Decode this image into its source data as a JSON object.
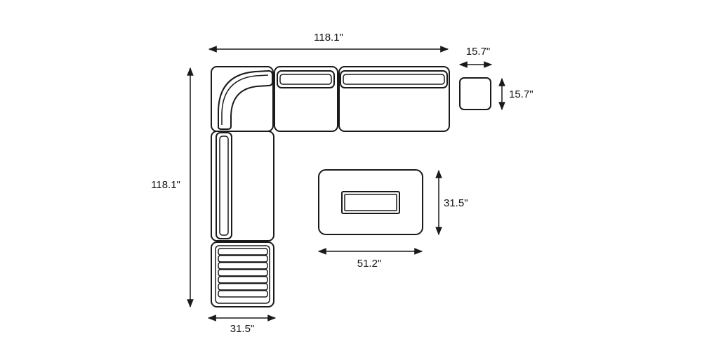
{
  "dimensions": {
    "overall_width": "118.1\"",
    "overall_depth": "118.1\"",
    "chaise_width": "31.5\"",
    "table_width": "51.2\"",
    "table_depth": "31.5\"",
    "ottoman_width": "15.7\"",
    "ottoman_depth": "15.7\""
  },
  "colors": {
    "line": "#1a1a1a",
    "background": "#ffffff"
  }
}
